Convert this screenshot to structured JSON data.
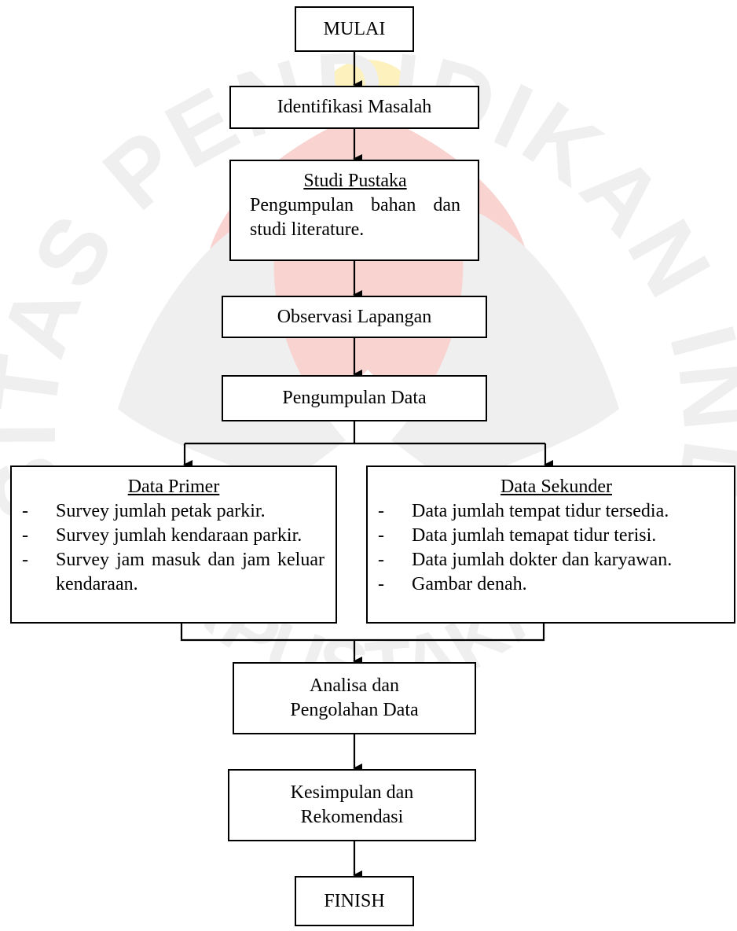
{
  "watermark": {
    "text": "UNIVERSITAS PENDIDIKAN INDONESIA",
    "bottom_text": "PERPUSTAKAAN",
    "colors": {
      "outer": "#efefef",
      "flame": "#f8d3d0",
      "dot": "#fdf1bd"
    }
  },
  "flowchart": {
    "start": "MULAI",
    "identifikasi": "Identifikasi Masalah",
    "studi_pustaka": {
      "heading": "Studi Pustaka",
      "body": "Pengumpulan bahan dan studi literature."
    },
    "observasi": "Observasi Lapangan",
    "pengumpulan": "Pengumpulan Data",
    "data_primer": {
      "heading": "Data Primer",
      "items": [
        "Survey jumlah petak parkir.",
        "Survey jumlah kendaraan parkir.",
        "Survey jam masuk dan jam keluar kendaraan."
      ]
    },
    "data_sekunder": {
      "heading": "Data Sekunder",
      "items": [
        "Data jumlah tempat tidur tersedia.",
        "Data jumlah temapat tidur terisi.",
        "Data jumlah dokter dan karyawan.",
        "Gambar denah."
      ]
    },
    "analisa": {
      "line1": "Analisa dan",
      "line2": "Pengolahan Data"
    },
    "kesimpulan": {
      "line1": "Kesimpulan dan",
      "line2": "Rekomendasi"
    },
    "finish": "FINISH"
  }
}
